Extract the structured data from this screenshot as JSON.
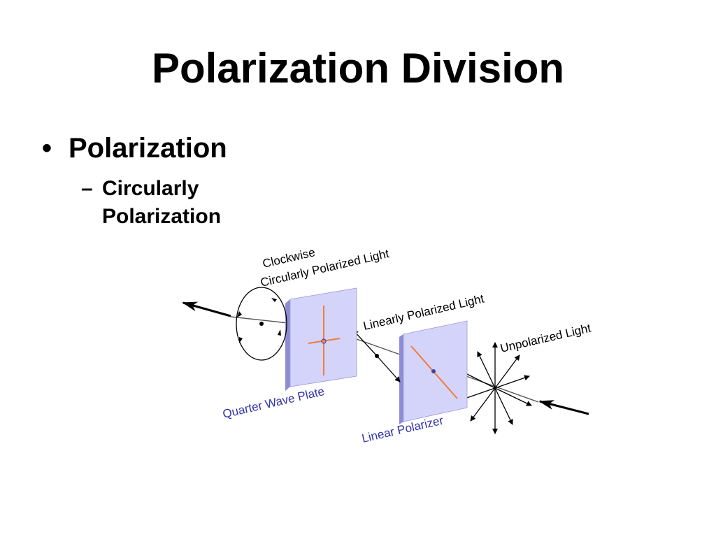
{
  "slide": {
    "title": "Polarization Division",
    "bullet": {
      "symbol": "•",
      "text": "Polarization"
    },
    "sub_bullet": {
      "symbol": "–",
      "text": "Circularly Polarization"
    }
  },
  "diagram": {
    "labels": {
      "clockwise_line1": "Clockwise",
      "clockwise_line2": "Circularly Polarized Light",
      "linear_light": "Linearly Polarized Light",
      "unpolarized_light": "Unpolarized Light",
      "quarter_wave_plate": "Quarter Wave Plate",
      "linear_polarizer": "Linear Polarizer"
    },
    "colors": {
      "plate_face": "#d4d4fb",
      "plate_edge": "#6a6acb",
      "axis_line": "#f27a3a",
      "label_blue": "#3333aa"
    }
  }
}
